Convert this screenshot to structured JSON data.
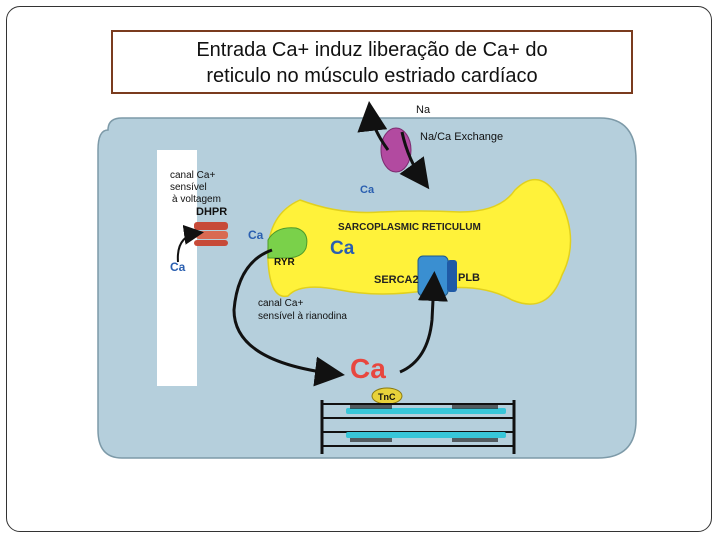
{
  "slide": {
    "title_line1": "Entrada Ca+ induz liberação de Ca+ do",
    "title_line2": "reticulo no músculo estriado cardíaco"
  },
  "diagram": {
    "labels": {
      "na": "Na",
      "exchanger": "Na/Ca Exchange",
      "ca_exchanger": "Ca",
      "dhpr_note_line1": "canal Ca+",
      "dhpr_note_line2": "sensível",
      "dhpr_note_line3": "à voltagem",
      "dhpr": "DHPR",
      "ca_dhpr": "Ca",
      "ca_outside": "Ca",
      "sr": "SARCOPLASMIC RETICULUM",
      "ca_sr": "Ca",
      "ryr": "RYR",
      "serca": "SERCA2",
      "plb": "PLB",
      "ryr_note_line1": "canal Ca+",
      "ryr_note_line2": "sensível  à rianodina",
      "ca_cytosol": "Ca",
      "tnc": "TnC"
    },
    "colors": {
      "cell": "#b5cfdc",
      "sr": "#fff23a",
      "exchanger": "#b24aa0",
      "dhpr": "#c74a38",
      "ryr": "#7ad14a",
      "serca": "#3a8fd1",
      "plb": "#1f5aa6",
      "ca_highlight": "#e8473f",
      "label_blue": "#2a5fb0",
      "filament": "#38c6d8",
      "tnc": "#e8d23a"
    }
  }
}
